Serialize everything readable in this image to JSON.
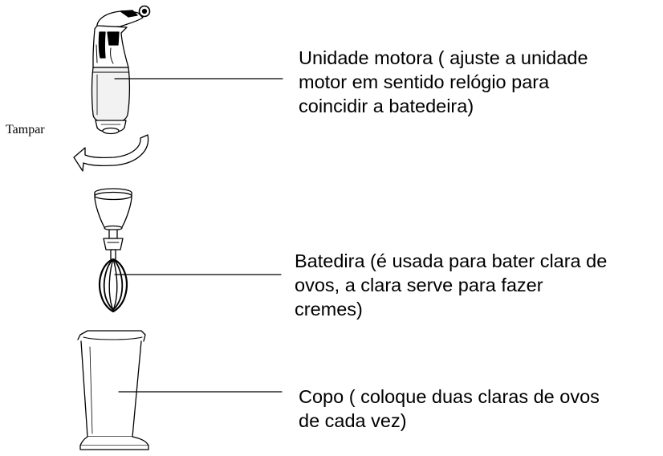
{
  "labels": {
    "twist": "Tampar",
    "motor_unit": "Unidade motora ( ajuste a unidade\nmotor em sentido relógio para\ncoincidir a batedeira)",
    "whisk": "Batedira (é usada para bater clara de\novos, a clara serve para fazer\ncremes)",
    "cup": "Copo ( coloque duas claras de ovos\nde cada vez)"
  },
  "colors": {
    "line": "#000000",
    "background": "#ffffff",
    "motor_fill": "#f2f2f2",
    "arrow_fill": "#ffffff"
  }
}
